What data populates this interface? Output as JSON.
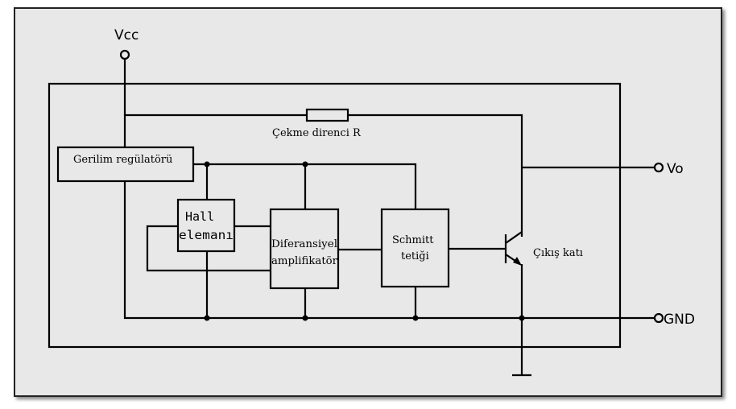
{
  "terminals": {
    "vcc": "Vcc",
    "vo": "Vo",
    "gnd": "GND"
  },
  "resistor": {
    "label": "Çekme direnci R"
  },
  "regulator": {
    "label": "Gerilim regülatörü"
  },
  "hall": {
    "line1": "Hall",
    "line2": "elemanı"
  },
  "amplifier": {
    "line1": "Diferansiyel",
    "line2": "amplifikatör"
  },
  "schmitt": {
    "line1": "Schmitt",
    "line2": "tetiği"
  },
  "output_stage": {
    "label": "Çıkış katı"
  }
}
